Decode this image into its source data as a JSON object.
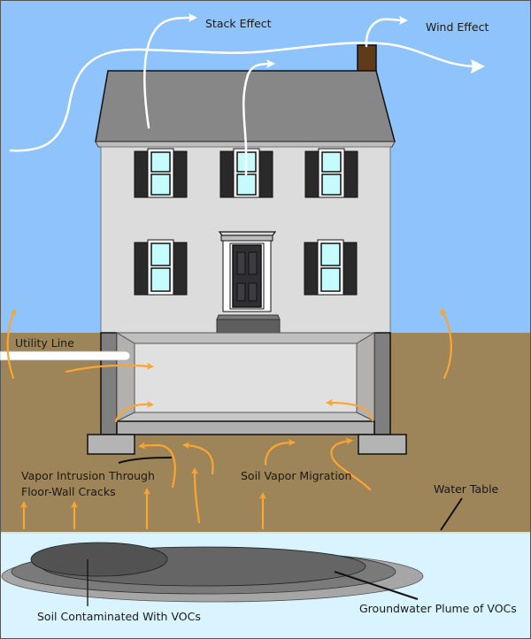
{
  "title": "Vapor Intrusion Pathways",
  "colors": {
    "sky": "#8fc3fb",
    "soil": "#9d8459",
    "groundwater": "#d9f4fe",
    "roof": "#878787",
    "house_wall": "#dcdcdc",
    "chimney": "#5f3b1a",
    "shutter": "#2a2a2a",
    "window_glass": "#c6fbfd",
    "door": "#2e2e33",
    "basement_floor": "#e0e0e0",
    "foundation": "#7f7f7f",
    "footing": "#b4b4b4",
    "vapor_arrow": "#f9a533",
    "air_arrow": "#ffffff",
    "plume_outer": "#a6a6a6",
    "plume_mid": "#7a7a7a",
    "plume_inner": "#656565",
    "soil_contaminated": "#525252"
  },
  "labels": {
    "stack_effect": "Stack Effect",
    "wind_effect": "Wind Effect",
    "utility_line": "Utility Line",
    "vapor_intrusion_line1": "Vapor Intrusion Through",
    "vapor_intrusion_line2": "Floor-Wall Cracks",
    "soil_vapor_migration": "Soil Vapor Migration",
    "water_table": "Water Table",
    "soil_contaminated": "Soil Contaminated With VOCs",
    "groundwater_plume": "Groundwater Plume of VOCs"
  }
}
